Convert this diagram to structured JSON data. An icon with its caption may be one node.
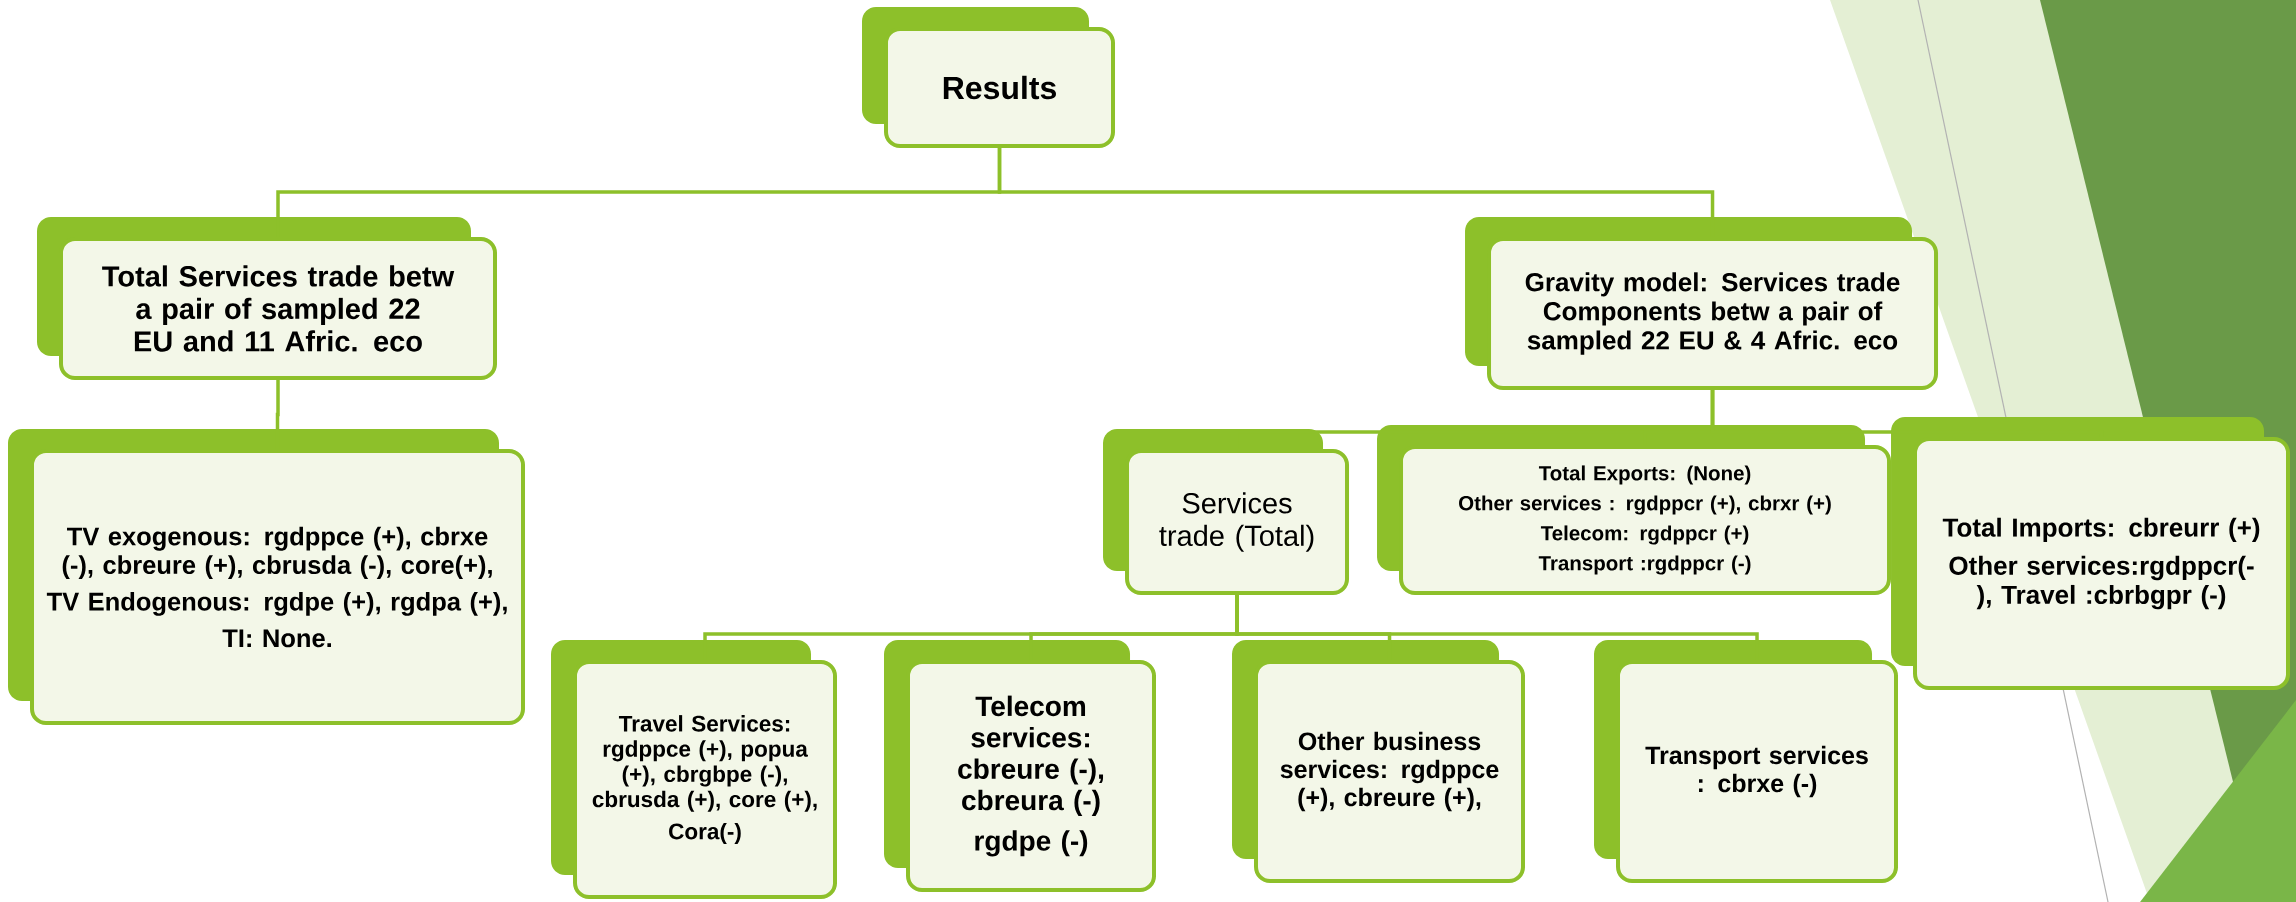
{
  "diagram": {
    "nodes": [
      {
        "text": [
          "Results"
        ]
      },
      {
        "text": [
          "Total Services trade betw a pair of sampled 22 EU and 11 Afric. eco"
        ]
      },
      {
        "text": [
          "TV exogenous: rgdppce (+), cbrxe (-), cbreure (+), cbrusda (-), core(+),",
          "TV Endogenous: rgdpe (+), rgdpa (+),",
          "TI: None."
        ]
      },
      {
        "text": [
          "Gravity model: Services trade Components betw a pair of sampled 22  EU & 4 Afric. eco"
        ]
      },
      {
        "text": [
          "Services trade (Total)"
        ]
      },
      {
        "text": [
          "Total Exports: (None)",
          "Other services : rgdppcr (+), cbrxr (+)",
          "Telecom: rgdppcr (+)",
          "Transport :rgdppcr (-)"
        ]
      },
      {
        "text": [
          "Total Imports: cbreurr (+)",
          "Other services:rgdppcr(- ), Travel :cbrbgpr (-)"
        ]
      },
      {
        "text": [
          "Travel Services: rgdppce (+), popua (+), cbrgbpe (-), cbrusda (+), core (+),",
          "Cora(-)"
        ]
      },
      {
        "text": [
          "Telecom services: cbreure (-), cbreura (-)",
          "rgdpe (-)"
        ]
      },
      {
        "text": [
          "Other business services: rgdppce (+), cbreure (+),"
        ]
      },
      {
        "text": [
          "Transport services : cbrxe (-)"
        ]
      }
    ],
    "edges": [
      {
        "from": 0,
        "to": 1,
        "arrow": "none"
      },
      {
        "from": 0,
        "to": 3,
        "arrow": "none"
      },
      {
        "from": 1,
        "to": 2,
        "arrow": "none"
      },
      {
        "from": 3,
        "to": 4,
        "arrow": "none"
      },
      {
        "from": 3,
        "to": 5,
        "arrow": "none"
      },
      {
        "from": 3,
        "to": 6,
        "arrow": "none"
      },
      {
        "from": 4,
        "to": 7,
        "arrow": "none"
      },
      {
        "from": 4,
        "to": 8,
        "arrow": "none"
      },
      {
        "from": 4,
        "to": 9,
        "arrow": "none"
      },
      {
        "from": 4,
        "to": 10,
        "arrow": "none"
      }
    ]
  }
}
